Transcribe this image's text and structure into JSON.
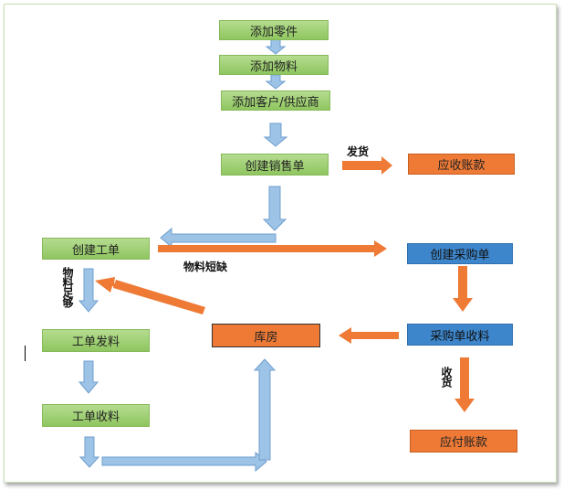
{
  "nodes": {
    "add_parts": "添加零件",
    "add_material": "添加物料",
    "add_customer_supplier": "添加客户/供应商",
    "create_sales_order": "创建销售单",
    "accounts_receivable": "应收账款",
    "create_work_order": "创建工单",
    "create_purchase_order": "创建采购单",
    "warehouse": "库房",
    "purchase_receipt": "采购单收料",
    "work_order_issue": "工单发料",
    "work_order_receipt": "工单收料",
    "accounts_payable": "应付账款"
  },
  "edge_labels": {
    "ship": "发货",
    "material_shortage": "物料短缺",
    "material_sufficient": "物料足够",
    "receive_goods": "收货"
  },
  "colors": {
    "green_node": "#a3d277",
    "orange_node": "#ee7a36",
    "blue_node": "#3e86cb",
    "blue_arrow": "#9dc3e6",
    "orange_arrow": "#ee7a36"
  }
}
